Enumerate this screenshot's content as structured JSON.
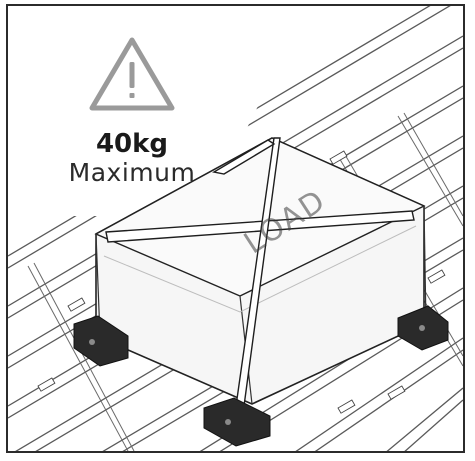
{
  "warning": {
    "icon": "warning-triangle-icon",
    "icon_color": "#9a9a9a",
    "limit_value": "40kg",
    "limit_caption": "Maximum"
  },
  "cargo": {
    "label": "LOAD",
    "box_fill": "#f4f4f4",
    "outline_color": "#222222"
  },
  "rack": {
    "slat_color": "#cfcfcf",
    "line_color": "#555555"
  }
}
